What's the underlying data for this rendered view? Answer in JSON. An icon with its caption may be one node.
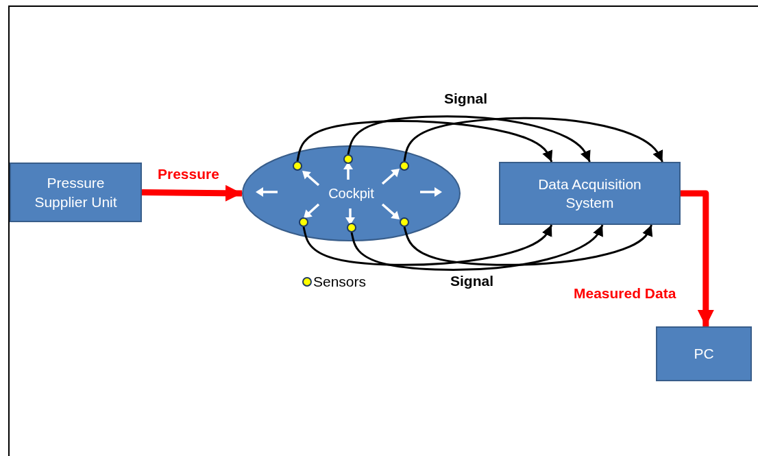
{
  "diagram": {
    "nodes": [
      {
        "text": [
          "Pressure Supplier Unit"
        ]
      },
      {
        "text": [
          "Cockpit"
        ]
      },
      {
        "text": [],
        "shape": "circle",
        "in": 1
      },
      {
        "text": [],
        "shape": "circle",
        "in": 1
      },
      {
        "text": [],
        "shape": "circle",
        "in": 1
      },
      {
        "text": [],
        "shape": "circle",
        "in": 1
      },
      {
        "text": [],
        "shape": "circle",
        "in": 1
      },
      {
        "text": [],
        "shape": "circle",
        "in": 1
      },
      {
        "text": [
          "Data Acquisition System"
        ]
      },
      {
        "text": [
          "PC"
        ]
      }
    ],
    "edges": [
      {
        "from": 0,
        "to": 1,
        "arrow": "to",
        "label": "Pressure",
        "style": "thick",
        "color": "#ff0000"
      },
      {
        "from": 2,
        "to": 8,
        "arrow": "to"
      },
      {
        "from": 3,
        "to": 8,
        "arrow": "to",
        "label": "Signal"
      },
      {
        "from": 4,
        "to": 8,
        "arrow": "to"
      },
      {
        "from": 5,
        "to": 8,
        "arrow": "to"
      },
      {
        "from": 6,
        "to": 8,
        "arrow": "to",
        "label": "Signal"
      },
      {
        "from": 7,
        "to": 8,
        "arrow": "to"
      },
      {
        "from": 8,
        "to": 9,
        "arrow": "to",
        "label": "Measured Data",
        "style": "thick",
        "color": "#ff0000"
      }
    ],
    "legend": [
      {
        "text": "Sensors"
      }
    ]
  }
}
